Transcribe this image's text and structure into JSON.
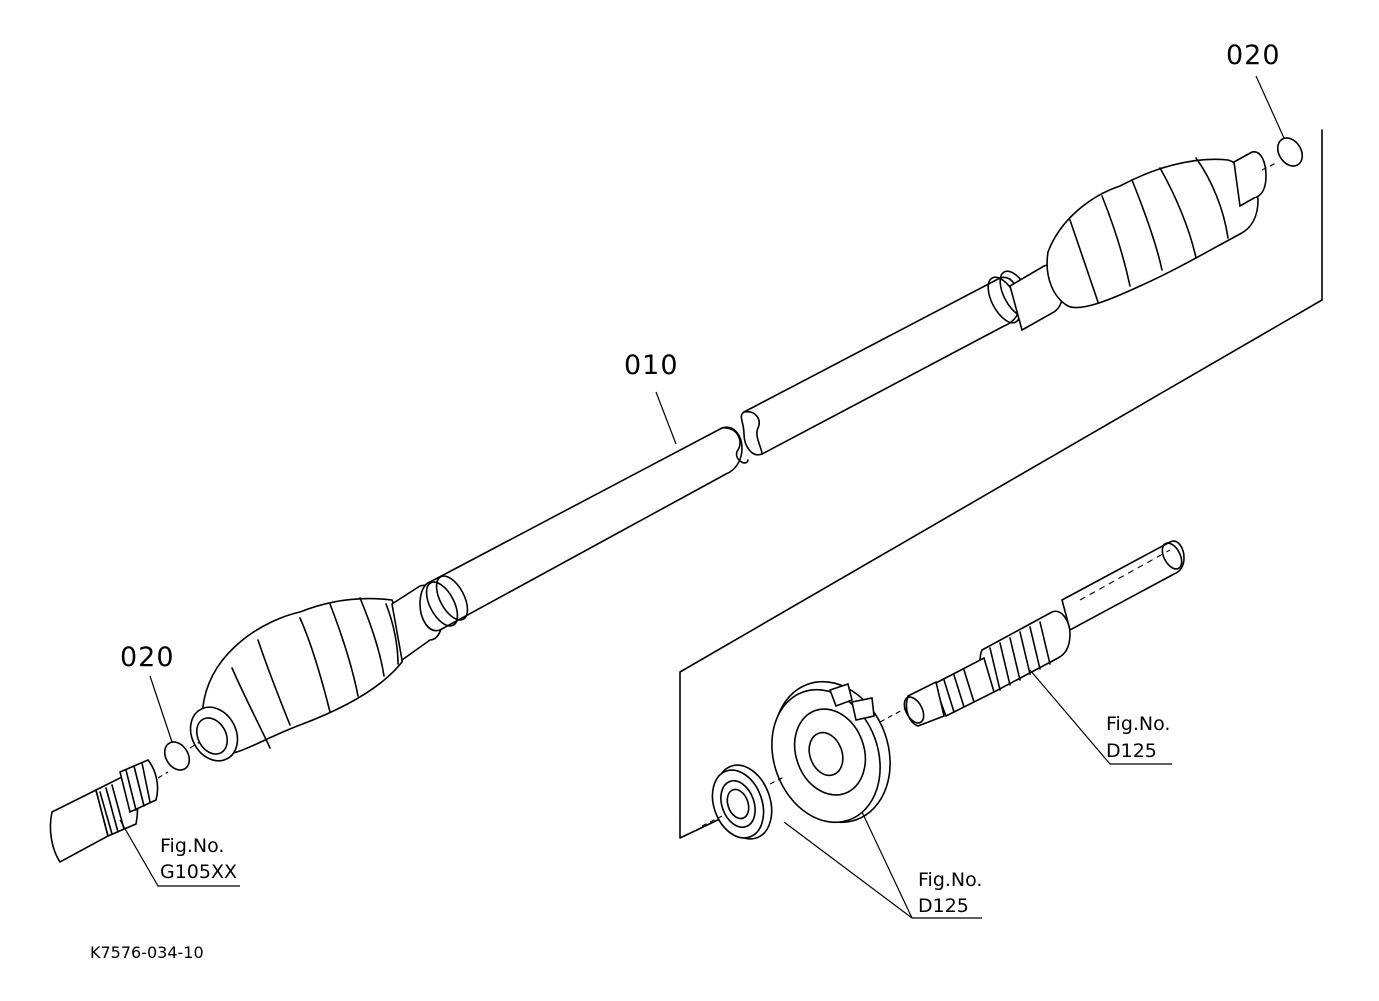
{
  "callouts": {
    "part_010": "010",
    "part_020_right": "020",
    "part_020_left": "020"
  },
  "references": {
    "left": {
      "label": "Fig.No.",
      "number": "G105XX"
    },
    "upper_right": {
      "label": "Fig.No.",
      "number": "D125"
    },
    "lower_right": {
      "label": "Fig.No.",
      "number": "D125"
    }
  },
  "drawing_code": "K7576-034-10"
}
